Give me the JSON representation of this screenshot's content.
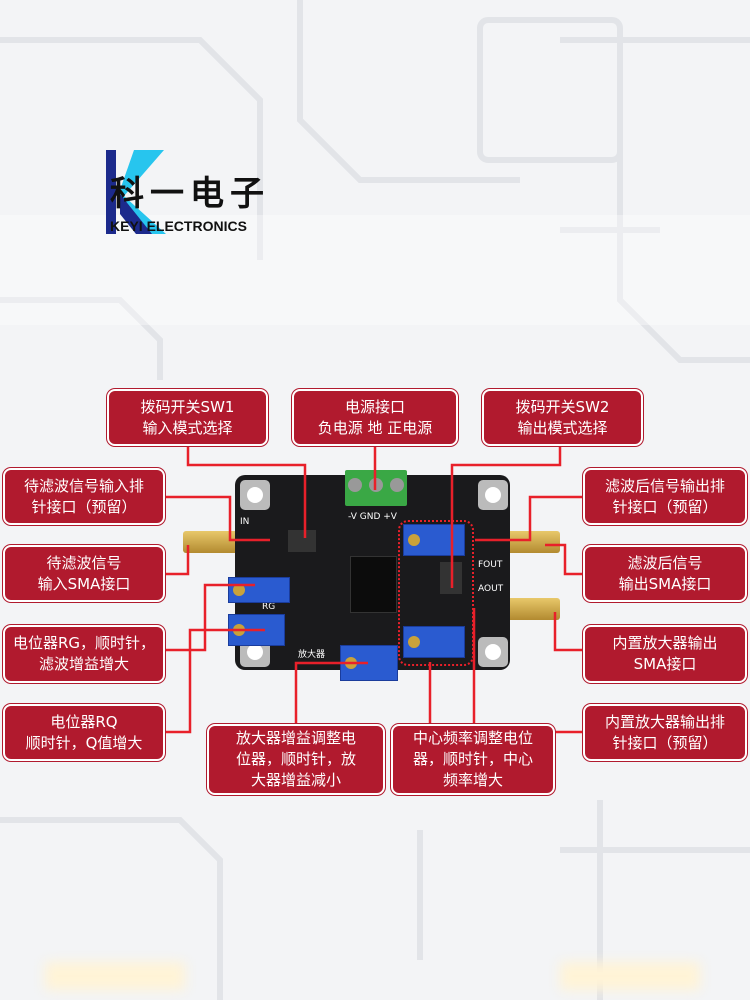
{
  "brand": {
    "name_cn": "科一电子",
    "name_en": "KEYI ELECTRONICS",
    "colors": {
      "dark": "#1c2a8c",
      "light": "#27c5ee"
    }
  },
  "board_silk": {
    "power": "-V  GND  +V",
    "in": "IN",
    "fout": "FOUT",
    "aout": "AOUT",
    "rg": "RG",
    "amp": "放大器"
  },
  "labels": {
    "sw1": "拨码开关SW1\n输入模式选择",
    "power": "电源接口\n负电源 地 正电源",
    "sw2": "拨码开关SW2\n输出模式选择",
    "in_header": "待滤波信号输入排\n针接口（预留）",
    "in_sma": "待滤波信号\n输入SMA接口",
    "rg": "电位器RG，顺时针，\n滤波增益增大",
    "rq": "电位器RQ\n顺时针，Q值增大",
    "amp_gain": "放大器增益调整电\n位器，顺时针，放\n大器增益减小",
    "center_freq": "中心频率调整电位\n器，顺时针，中心\n频率增大",
    "fout_header": "滤波后信号输出排\n针接口（预留）",
    "fout_sma": "滤波后信号\n输出SMA接口",
    "aout_sma": "内置放大器输出\nSMA接口",
    "aout_header": "内置放大器输出排\n针接口（预留）"
  },
  "colors": {
    "label_bg": "#b11a2e",
    "leader": "#e8202a",
    "board": "#1a1a1c",
    "pot": "#2a5bd0",
    "terminal": "#3aa845"
  }
}
